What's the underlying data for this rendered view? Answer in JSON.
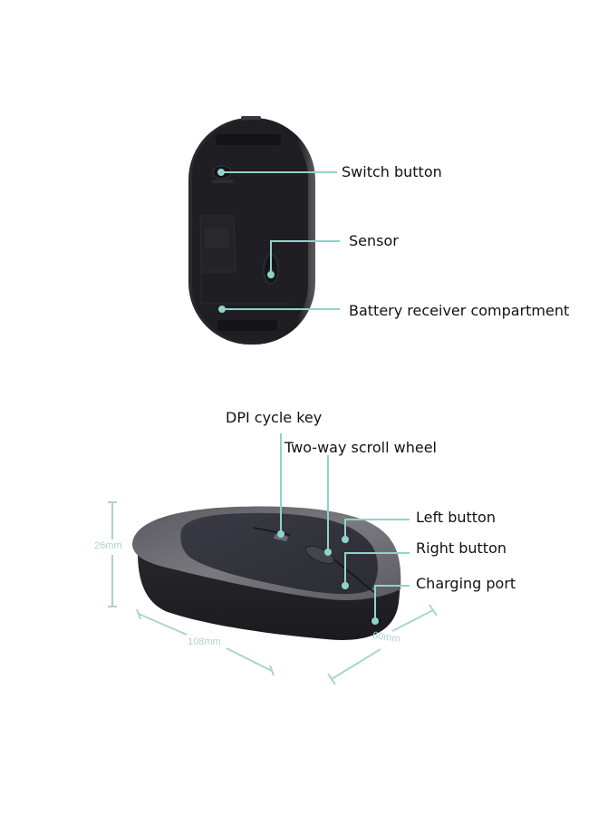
{
  "bottom_view": {
    "callouts": [
      {
        "id": "switch-button",
        "label": "Switch button"
      },
      {
        "id": "sensor",
        "label": "Sensor"
      },
      {
        "id": "battery-receiver-compartment",
        "label": "Battery receiver compartment"
      }
    ]
  },
  "top_view": {
    "callouts": [
      {
        "id": "dpi-cycle-key",
        "label": "DPI cycle key"
      },
      {
        "id": "scroll-wheel",
        "label": "Two-way scroll wheel"
      },
      {
        "id": "left-button",
        "label": "Left button"
      },
      {
        "id": "right-button",
        "label": "Right button"
      },
      {
        "id": "charging-port",
        "label": "Charging port"
      }
    ],
    "dimensions": {
      "height": "26mm",
      "length": "108mm",
      "width": "60mm"
    }
  },
  "colors": {
    "callout_line": "#8fd3cc",
    "dimension_line": "#a9d4d0",
    "mouse_body": "#1f1e22",
    "mouse_shell": "#6b6a70"
  }
}
